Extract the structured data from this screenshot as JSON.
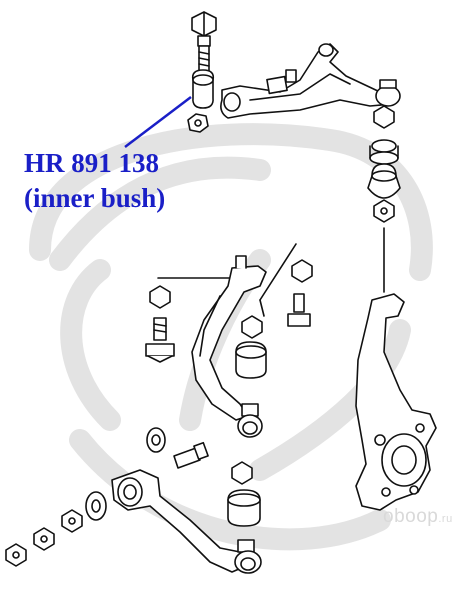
{
  "callout": {
    "part_number": "HR 891 138",
    "description": "(inner bush)",
    "color": "#1a1fc7"
  },
  "watermark": {
    "brand": "oboop",
    "domain": ".ru",
    "color": "#d9d9d9"
  },
  "diagram": {
    "line_color": "#111111",
    "subject": "front suspension exploded view"
  }
}
